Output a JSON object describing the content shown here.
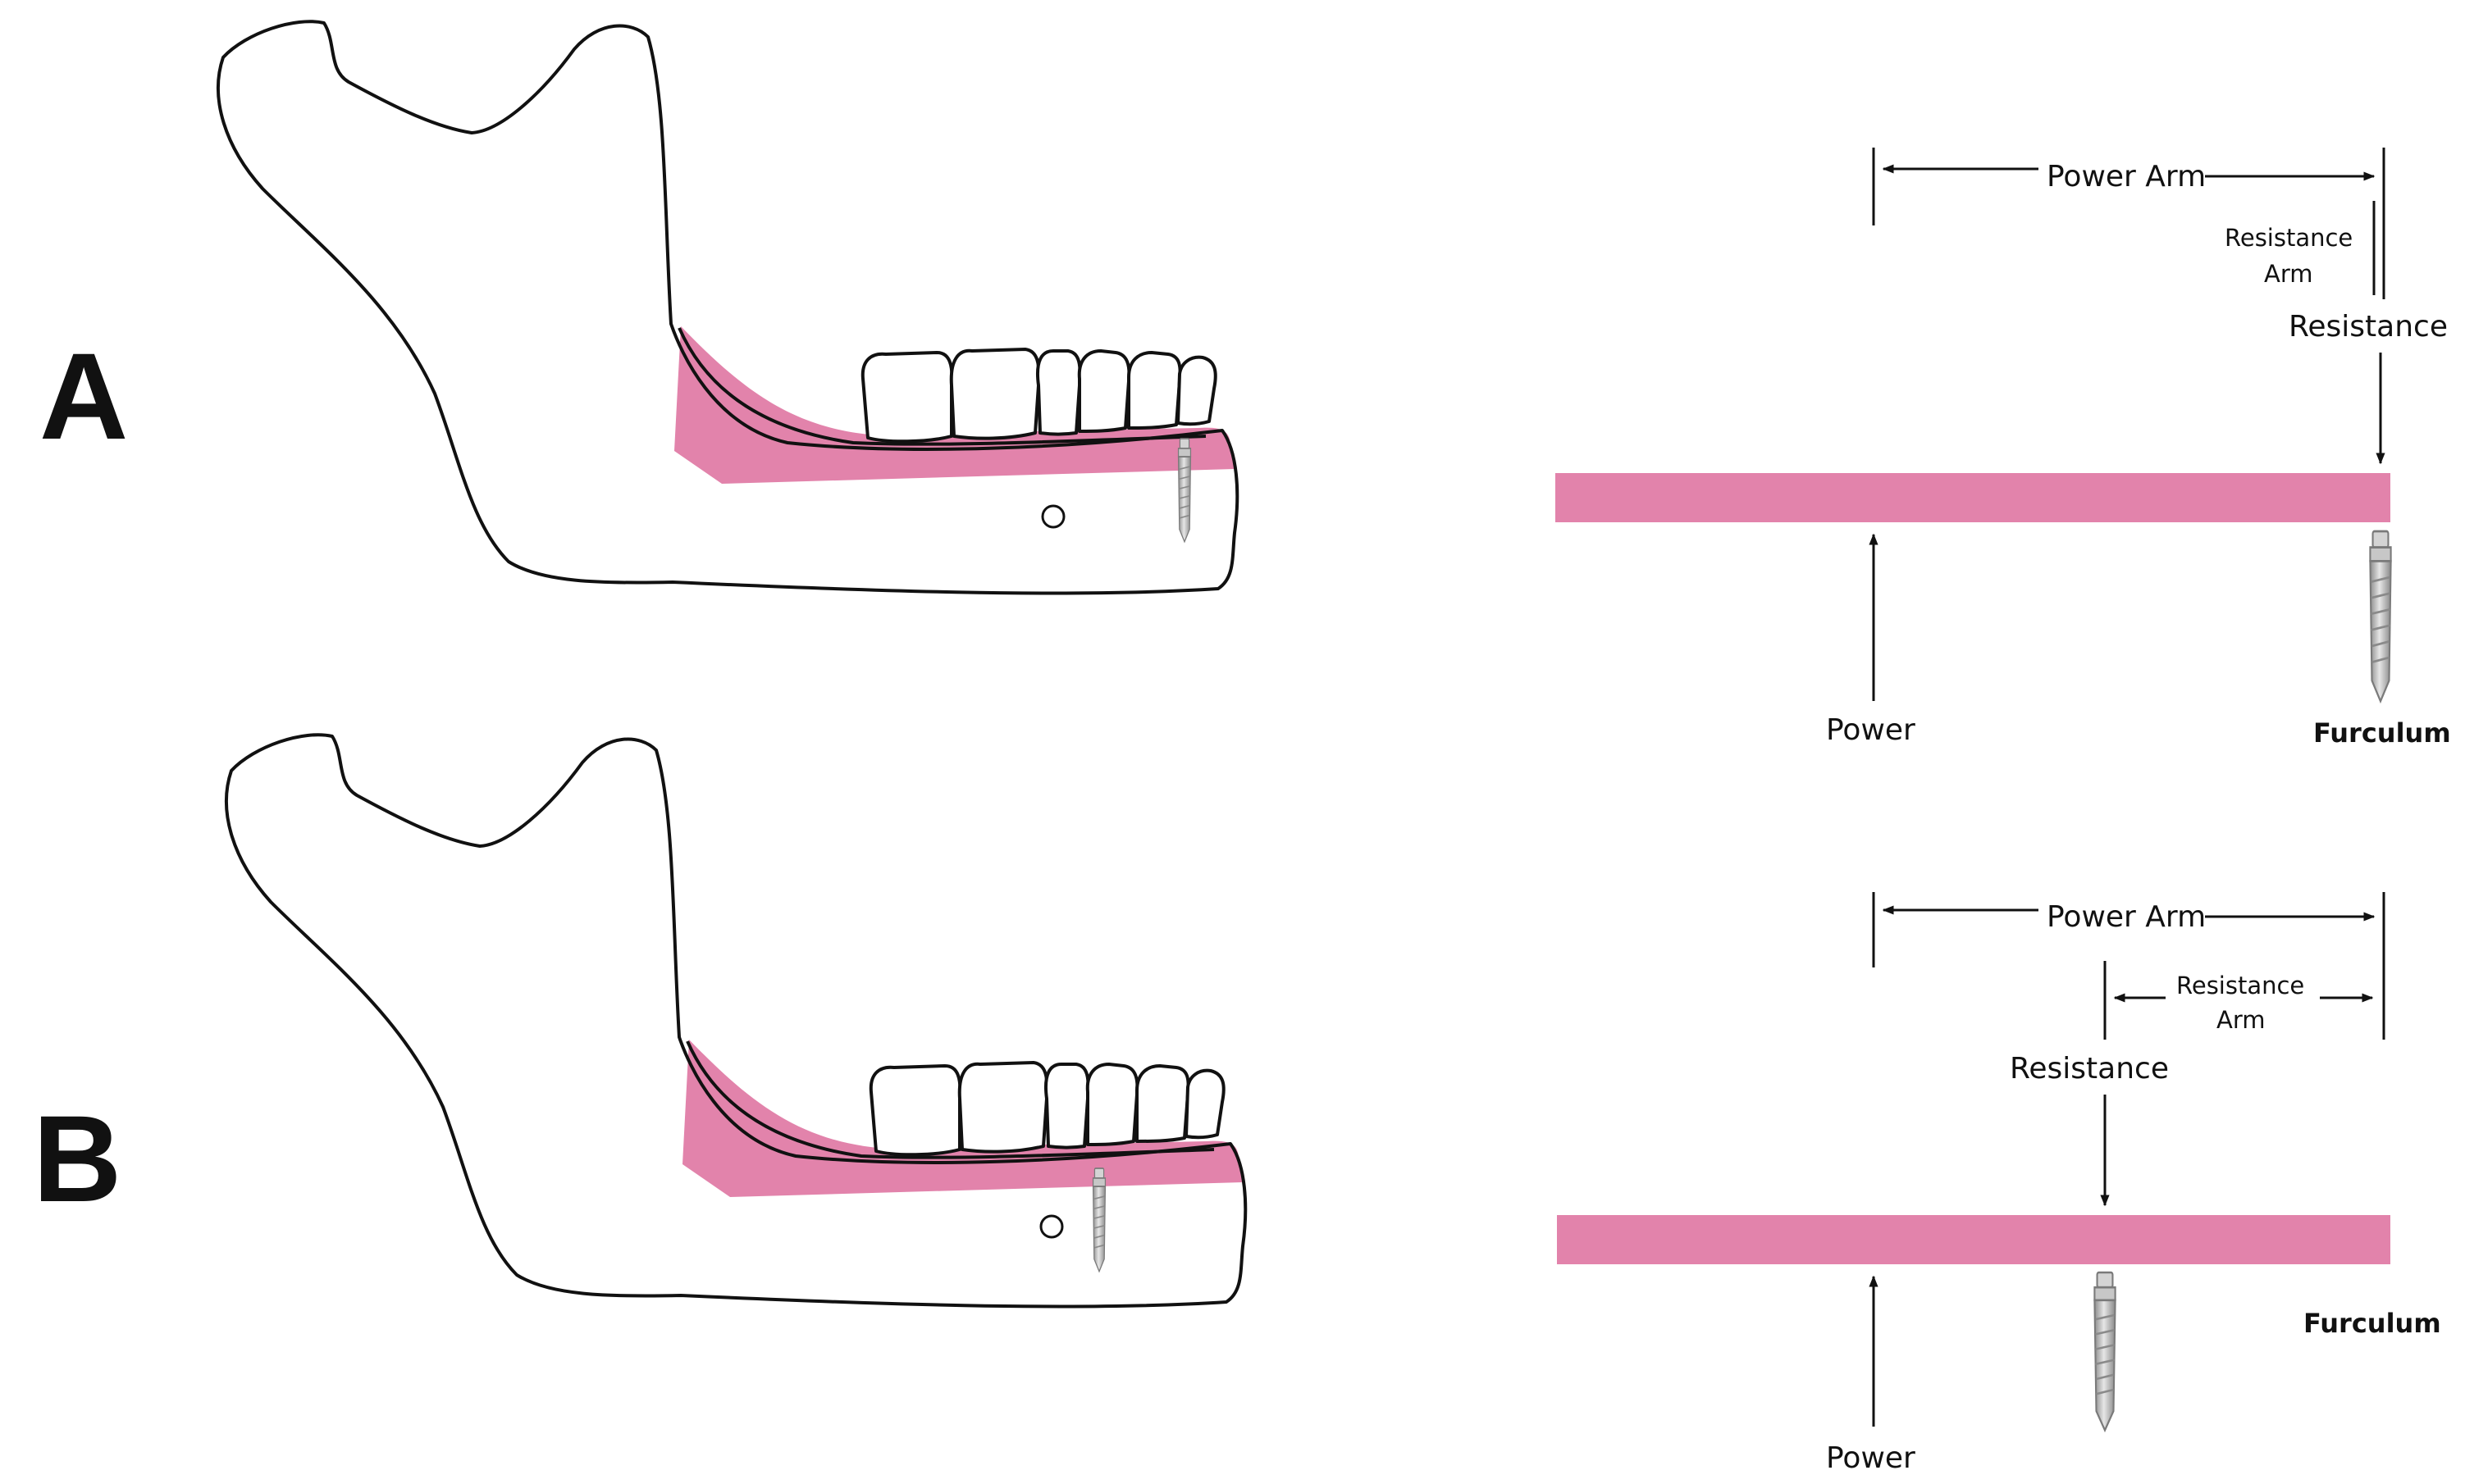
{
  "panels": [
    {
      "letter": "A",
      "labels": {
        "power_arm": "Power Arm",
        "resistance_arm_line1": "Resistance",
        "resistance_arm_line2": "Arm",
        "resistance": "Resistance",
        "power": "Power",
        "furculum": "Furculum"
      }
    },
    {
      "letter": "B",
      "labels": {
        "power_arm": "Power Arm",
        "resistance_arm_line1": "Resistance",
        "resistance_arm_line2": "Arm",
        "resistance": "Resistance",
        "power": "Power",
        "furculum": "Furculum"
      }
    }
  ],
  "colors": {
    "denture_base": "#e283ab",
    "outline": "#111111",
    "implant": "#b9b9b9"
  },
  "icons": [
    "mandible-outline",
    "denture-base",
    "implant-icon",
    "mental-foramen"
  ]
}
